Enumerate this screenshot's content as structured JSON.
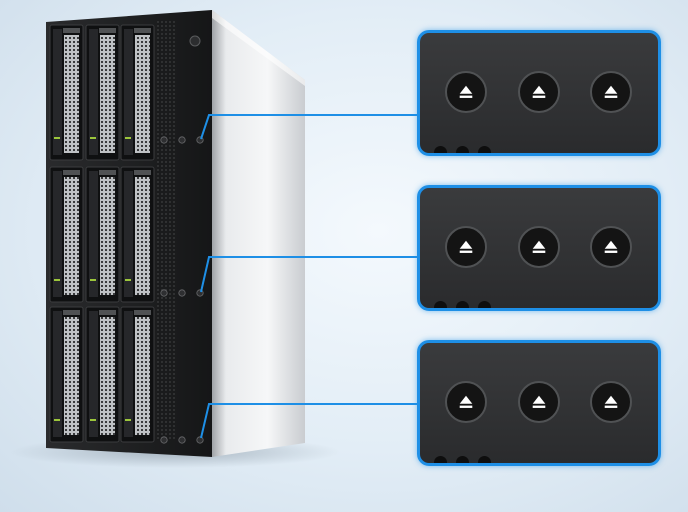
{
  "scene": {
    "description_icon_names": [
      "eject-icon"
    ],
    "callout_count": 3,
    "buttons_per_callout": 3,
    "drive_bays": 9,
    "colors": {
      "accent_border": "#1e8fe6",
      "panel": "#2f3032",
      "chassis_front": "#1c1d1f",
      "chassis_side": "#d8dadc",
      "background": "#e6eff7"
    }
  }
}
